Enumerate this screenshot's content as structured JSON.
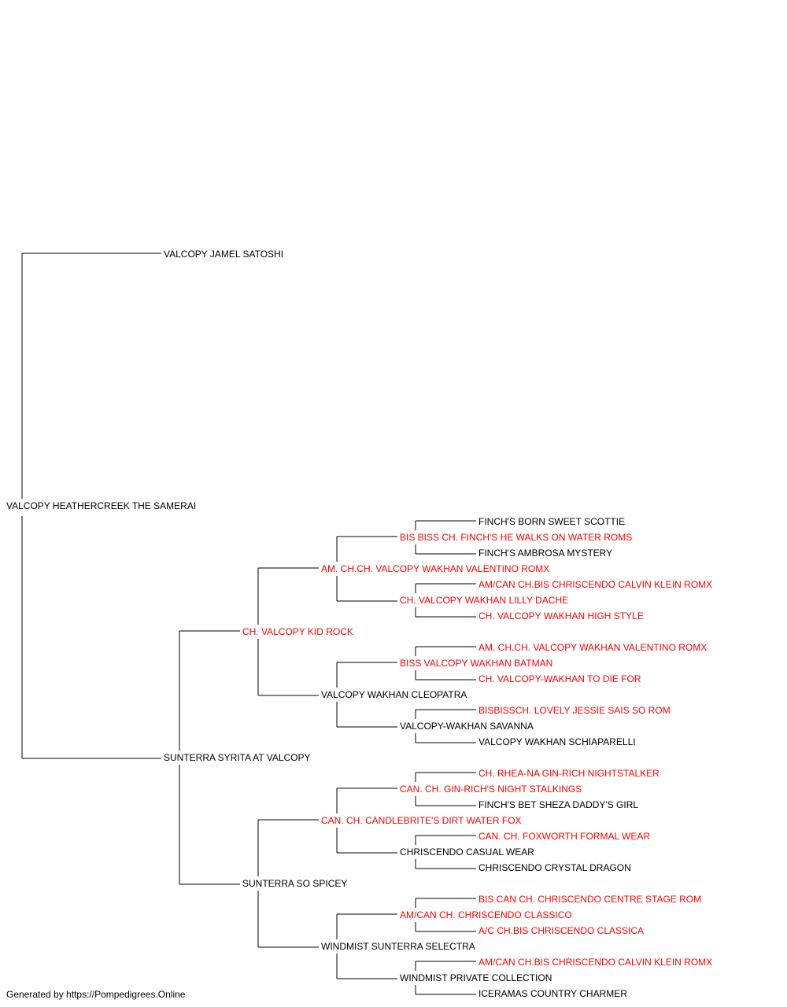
{
  "colors": {
    "champion": "#ff0000",
    "normal": "#000000",
    "line": "#000000"
  },
  "pedigree": {
    "subject": "VALCOPY HEATHERCREEK THE SAMERAI",
    "sire": {
      "name": "VALCOPY JAMEL SATOSHI",
      "champion": false
    },
    "dam": {
      "name": "SUNTERRA SYRITA AT VALCOPY",
      "champion": false,
      "sire": {
        "name": "CH. VALCOPY KID ROCK",
        "champion": true,
        "sire": {
          "name": "AM. CH.CH. VALCOPY WAKHAN VALENTINO ROMX",
          "champion": true,
          "sire": {
            "name": "BIS BISS CH. FINCH'S HE WALKS ON WATER ROMS",
            "champion": true,
            "sire": {
              "name": "FINCH'S BORN SWEET SCOTTIE",
              "champion": false
            },
            "dam": {
              "name": "FINCH'S AMBROSA MYSTERY",
              "champion": false
            }
          },
          "dam": {
            "name": "CH. VALCOPY WAKHAN LILLY DACHE",
            "champion": true,
            "sire": {
              "name": "AM/CAN CH.BIS CHRISCENDO CALVIN KLEIN ROMX",
              "champion": true
            },
            "dam": {
              "name": "CH. VALCOPY WAKHAN HIGH STYLE",
              "champion": true
            }
          }
        },
        "dam": {
          "name": "VALCOPY WAKHAN CLEOPATRA",
          "champion": false,
          "sire": {
            "name": "BISS VALCOPY WAKHAN BATMAN",
            "champion": true,
            "sire": {
              "name": "AM. CH.CH. VALCOPY WAKHAN VALENTINO ROMX",
              "champion": true
            },
            "dam": {
              "name": "CH. VALCOPY-WAKHAN TO DIE FOR",
              "champion": true
            }
          },
          "dam": {
            "name": "VALCOPY-WAKHAN SAVANNA",
            "champion": false,
            "sire": {
              "name": "BISBISSCH. LOVELY JESSIE SAIS SO ROM",
              "champion": true
            },
            "dam": {
              "name": "VALCOPY WAKHAN SCHIAPARELLI",
              "champion": false
            }
          }
        }
      },
      "dam": {
        "name": "SUNTERRA SO SPICEY",
        "champion": false,
        "sire": {
          "name": "CAN. CH. CANDLEBRITE'S DIRT WATER FOX",
          "champion": true,
          "sire": {
            "name": "CAN. CH. GIN-RICH'S NIGHT STALKINGS",
            "champion": true,
            "sire": {
              "name": "CH. RHEA-NA GIN-RICH NIGHTSTALKER",
              "champion": true
            },
            "dam": {
              "name": "FINCH'S BET SHEZA DADDY'S GIRL",
              "champion": false
            }
          },
          "dam": {
            "name": "CHRISCENDO CASUAL WEAR",
            "champion": false,
            "sire": {
              "name": "CAN. CH. FOXWORTH FORMAL WEAR",
              "champion": true
            },
            "dam": {
              "name": "CHRISCENDO CRYSTAL DRAGON",
              "champion": false
            }
          }
        },
        "dam": {
          "name": "WINDMIST SUNTERRA SELECTRA",
          "champion": false,
          "sire": {
            "name": "AM/CAN CH. CHRISCENDO CLASSICO",
            "champion": true,
            "sire": {
              "name": "BIS CAN CH. CHRISCENDO CENTRE STAGE ROM",
              "champion": true
            },
            "dam": {
              "name": "A/C CH.BIS CHRISCENDO CLASSICA",
              "champion": true
            }
          },
          "dam": {
            "name": "WINDMIST PRIVATE COLLECTION",
            "champion": false,
            "sire": {
              "name": "AM/CAN CH.BIS CHRISCENDO CALVIN KLEIN ROMX",
              "champion": true
            },
            "dam": {
              "name": "ICERAMAS COUNTRY CHARMER",
              "champion": false
            }
          }
        }
      }
    }
  },
  "footer": "Generated by https://Pompedigrees.Online"
}
